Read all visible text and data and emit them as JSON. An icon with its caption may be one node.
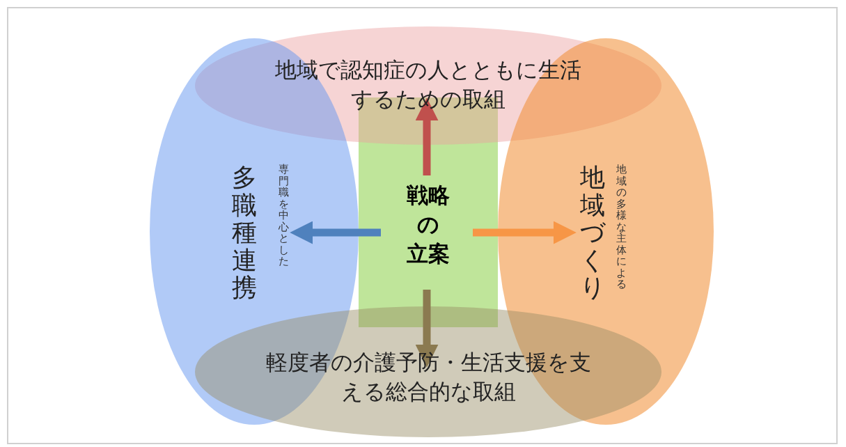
{
  "diagram": {
    "nodes": [
      {
        "text": [
          "戦略の立案"
        ]
      },
      {
        "text": [
          "地域で認知症の人とともに生活するための取組"
        ]
      },
      {
        "text": [
          "多職種連携",
          "専門職を中心とした"
        ]
      },
      {
        "text": [
          "地域づくり",
          "地域の多様な主体による"
        ]
      },
      {
        "text": [
          "軽度者の介護予防・生活支援を支える総合的な取組"
        ]
      }
    ],
    "edges": [
      {
        "from": 0,
        "to": 1,
        "arrow": "to",
        "color": "#c0504d"
      },
      {
        "from": 0,
        "to": 2,
        "arrow": "to",
        "color": "#4f81bd"
      },
      {
        "from": 0,
        "to": 3,
        "arrow": "to",
        "color": "#f79646"
      },
      {
        "from": 0,
        "to": 4,
        "arrow": "to",
        "color": "#8b7a50"
      }
    ]
  }
}
